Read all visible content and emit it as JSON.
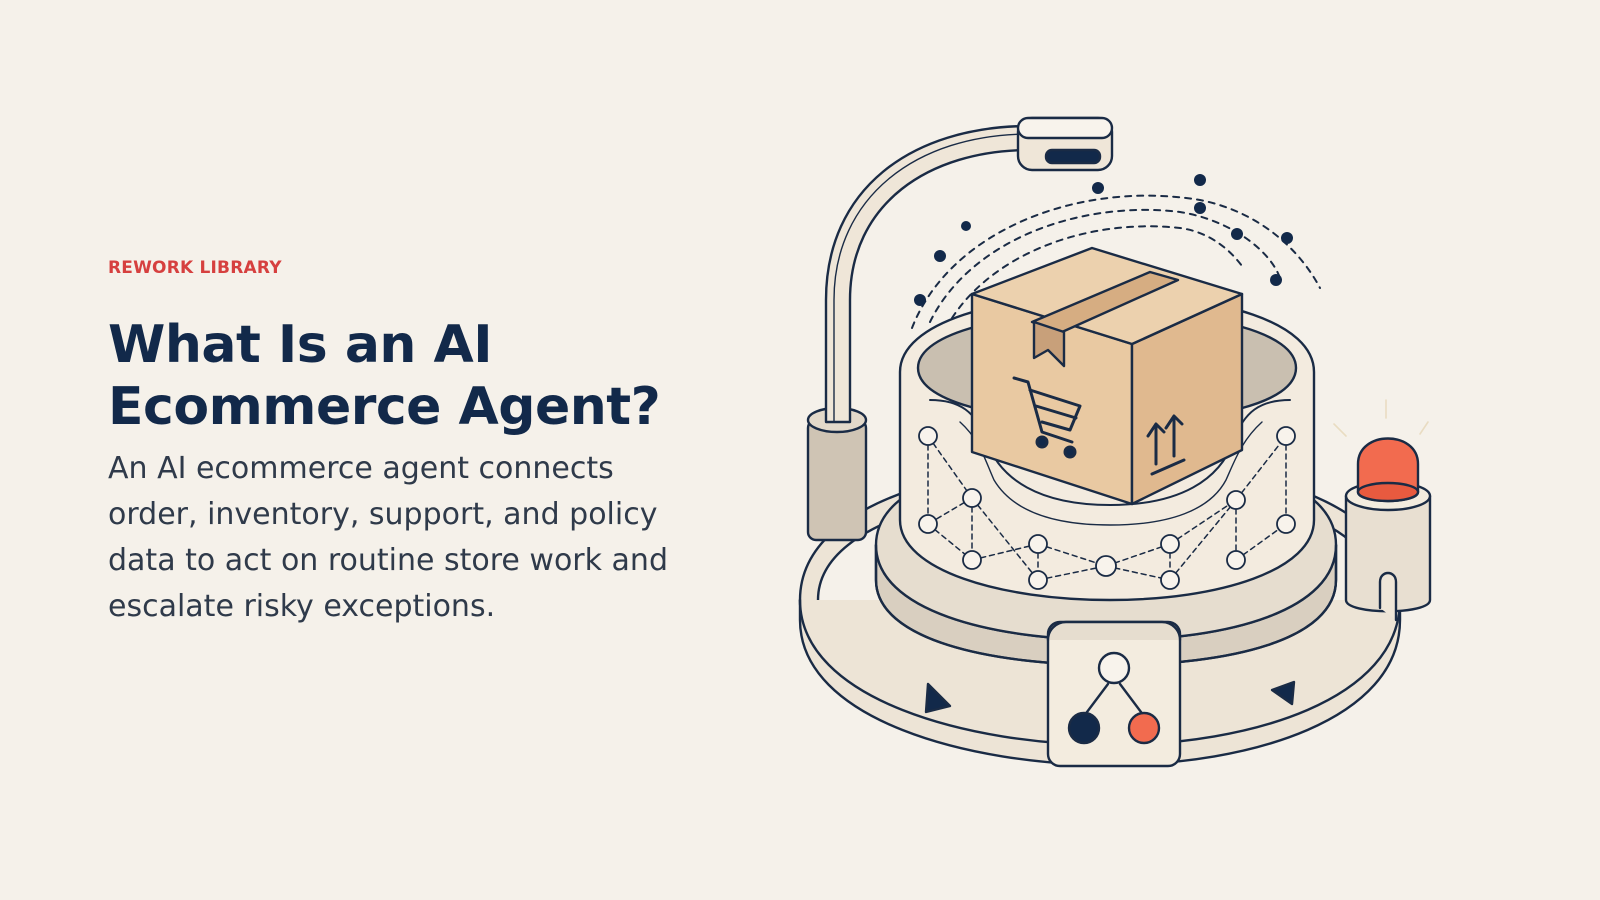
{
  "eyebrow": "REWORK LIBRARY",
  "title_line1": "What Is an AI",
  "title_line2": "Ecommerce Agent?",
  "description": "An AI ecommerce agent connects order, inventory, support, and policy data to act on routine store work and escalate risky exceptions.",
  "colors": {
    "background": "#f5f1ea",
    "accent": "#d6403f",
    "heading": "#12294a",
    "body": "#2f3a4a",
    "outline": "#1a2b45",
    "cream": "#efe6d8",
    "box": "#e6c49d",
    "alert": "#f26b4f"
  },
  "icons": [
    "shopping-cart-icon",
    "this-way-up-arrows-icon",
    "decision-tree-icon",
    "alert-beacon-icon",
    "scanner-icon"
  ]
}
